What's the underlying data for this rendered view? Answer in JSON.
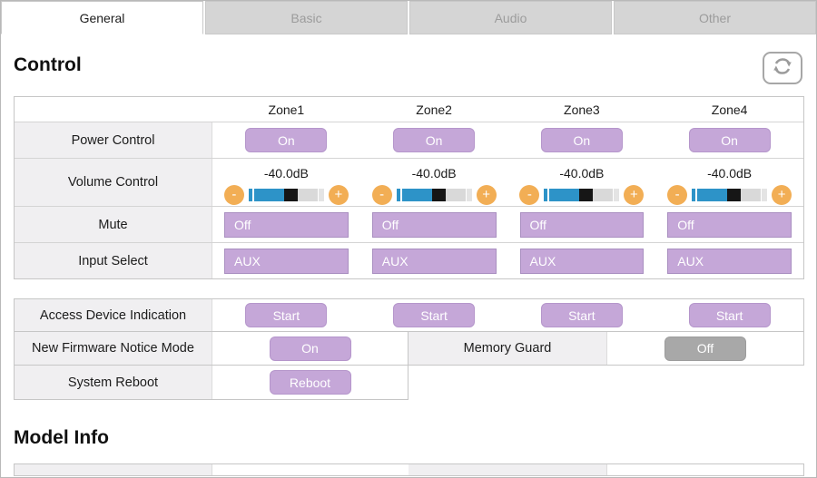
{
  "tabs": [
    {
      "label": "General",
      "active": true
    },
    {
      "label": "Basic",
      "active": false
    },
    {
      "label": "Audio",
      "active": false
    },
    {
      "label": "Other",
      "active": false
    }
  ],
  "control": {
    "title": "Control",
    "zones": [
      "Zone1",
      "Zone2",
      "Zone3",
      "Zone4"
    ],
    "power": {
      "label": "Power Control",
      "values": [
        "On",
        "On",
        "On",
        "On"
      ]
    },
    "volume": {
      "label": "Volume Control",
      "values": [
        "-40.0dB",
        "-40.0dB",
        "-40.0dB",
        "-40.0dB"
      ],
      "minus_label": "-",
      "plus_label": "+"
    },
    "mute": {
      "label": "Mute",
      "values": [
        "Off",
        "Off",
        "Off",
        "Off"
      ]
    },
    "input_select": {
      "label": "Input Select",
      "values": [
        "AUX",
        "AUX",
        "AUX",
        "AUX"
      ]
    },
    "access_device": {
      "label": "Access Device Indication",
      "buttons": [
        "Start",
        "Start",
        "Start",
        "Start"
      ]
    },
    "firmware": {
      "label": "New Firmware Notice Mode",
      "value": "On"
    },
    "memory_guard": {
      "label": "Memory Guard",
      "value": "Off"
    },
    "system_reboot": {
      "label": "System Reboot",
      "value": "Reboot"
    }
  },
  "model_info": {
    "title": "Model Info"
  },
  "colors": {
    "accent_purple": "#c5a7d8",
    "slider_blue": "#2d93c8",
    "stepper_orange": "#f2ae55",
    "disabled_gray": "#a8a8a8",
    "label_cell_bg": "#f0eff1"
  }
}
